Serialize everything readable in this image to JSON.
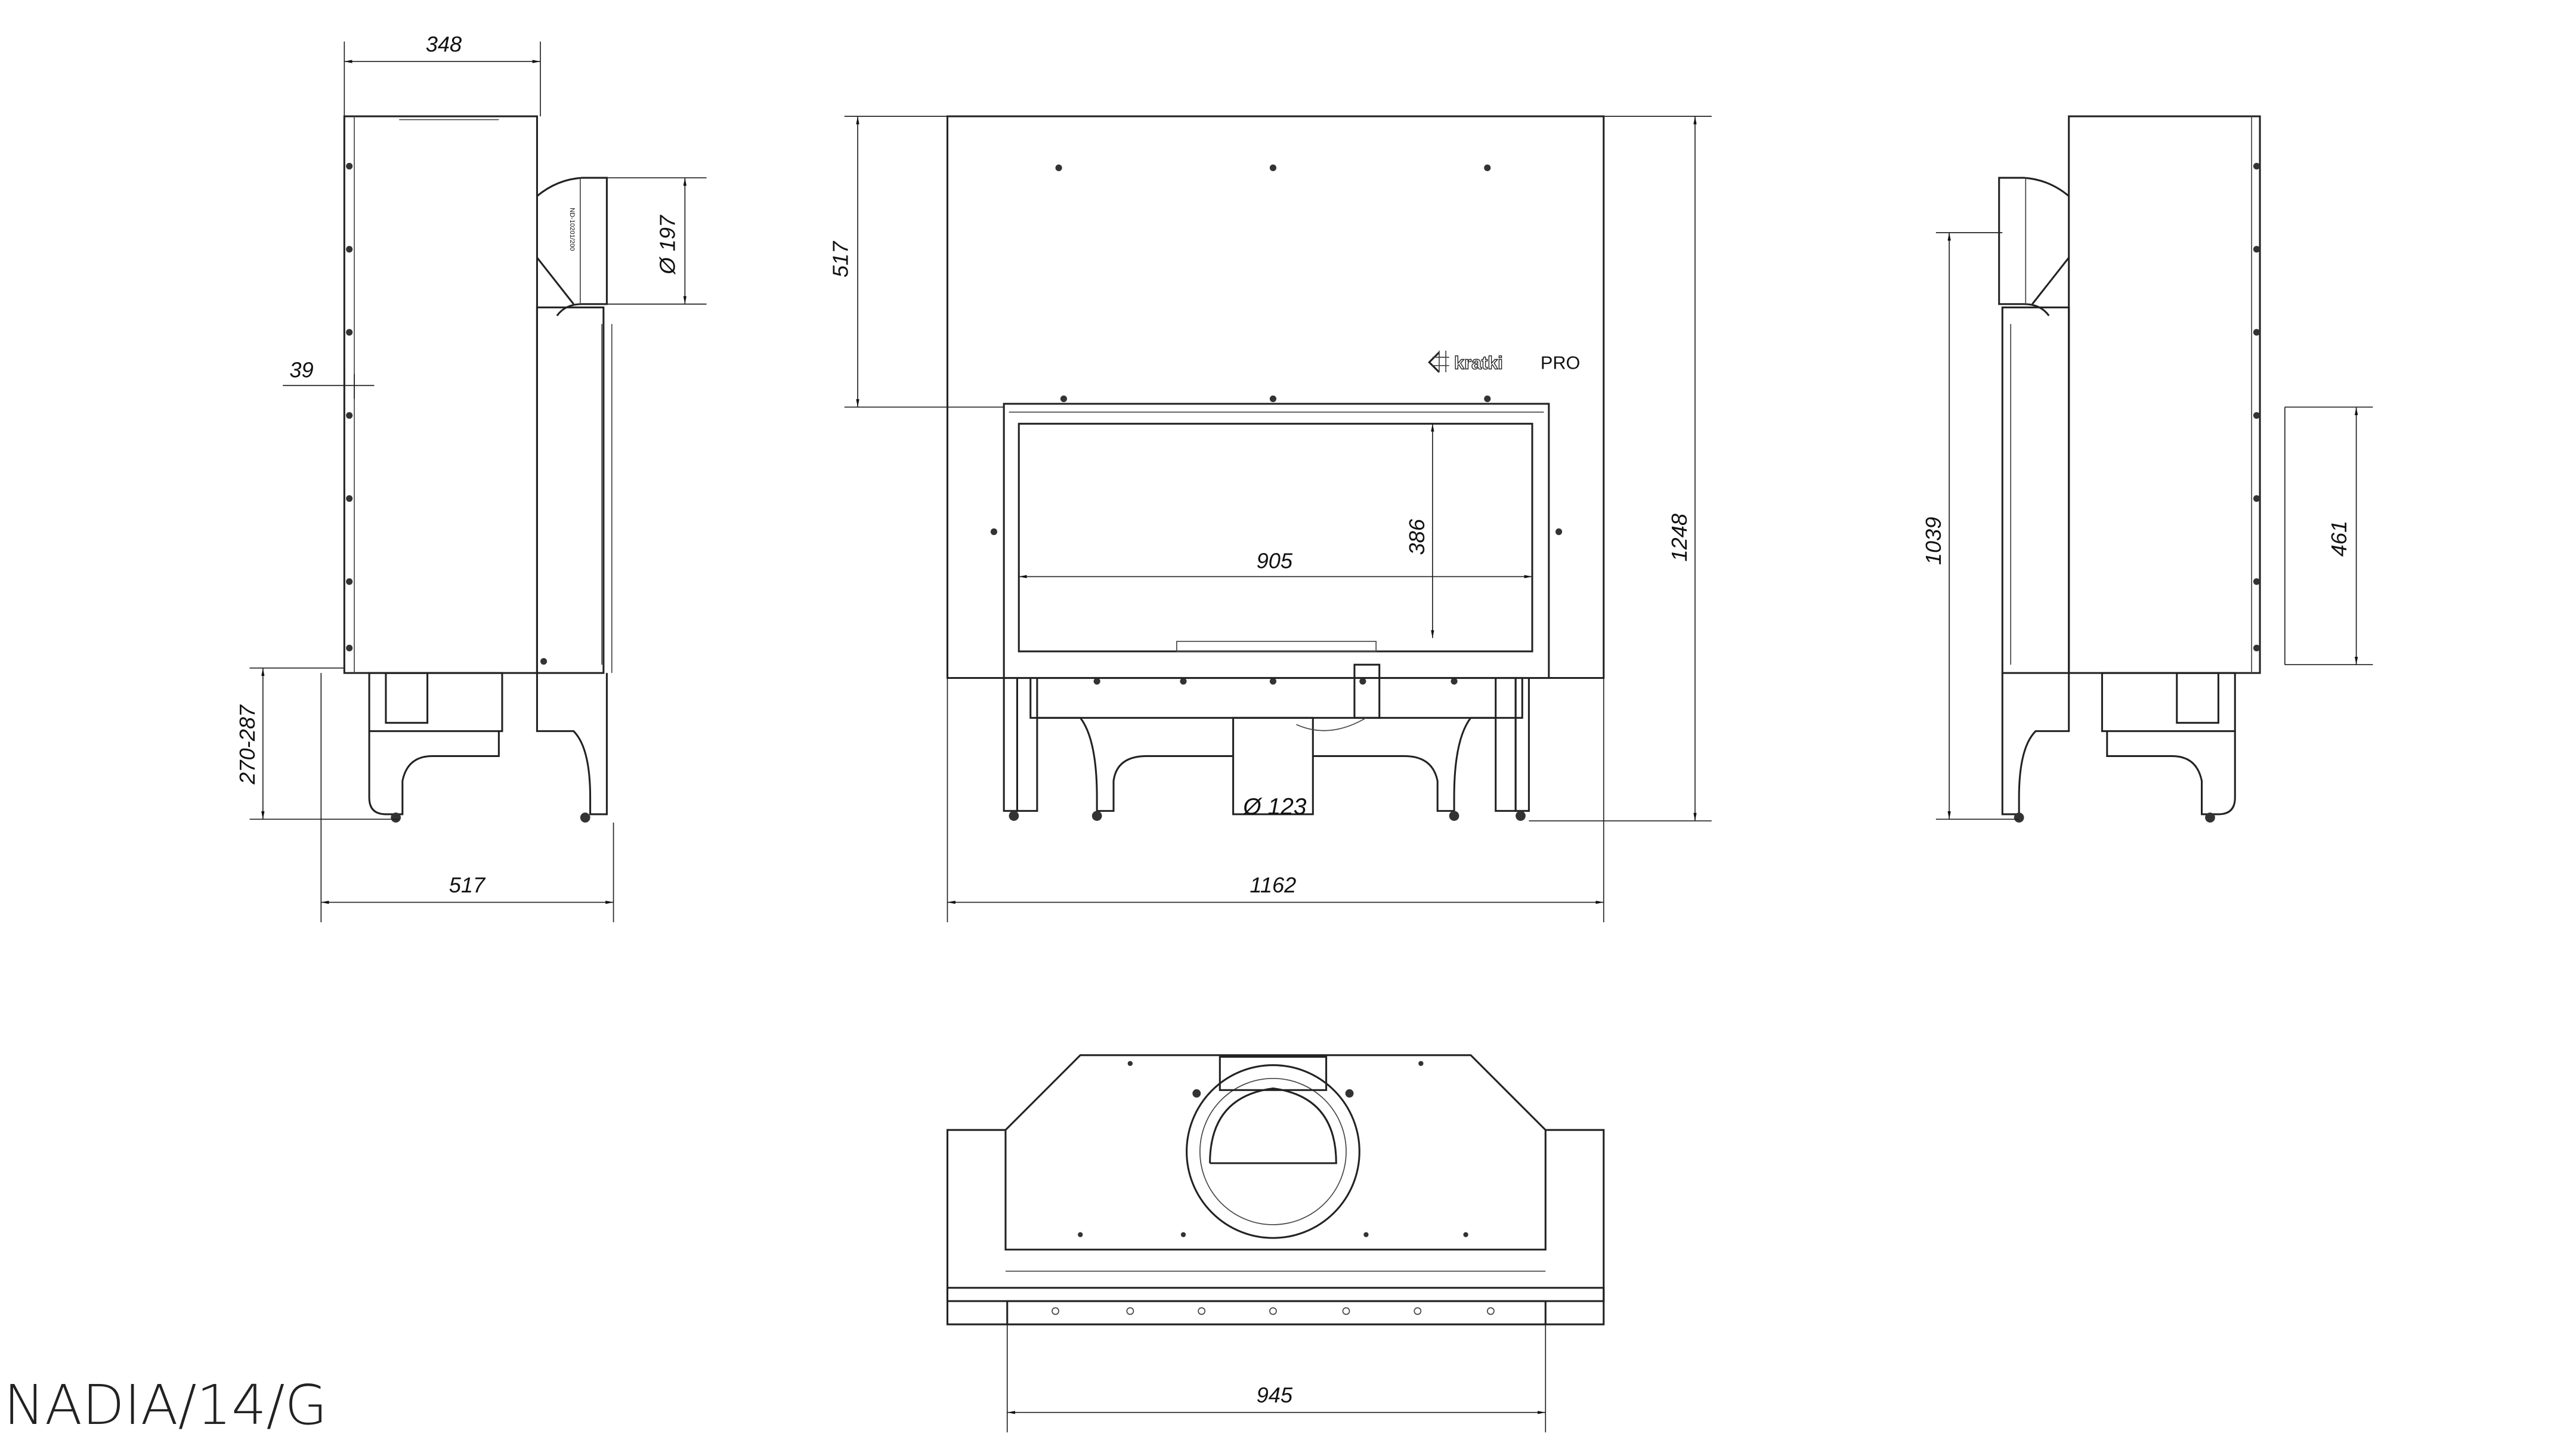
{
  "title": "NADIA/14/G",
  "logo": {
    "text": "kratki",
    "suffix": "PRO"
  },
  "part_label": "ND-10201/200",
  "side_view_left": {
    "depth_top": "348",
    "flue_diameter": "Ø 197",
    "offset": "39",
    "leg_height": "270-287",
    "depth_total": "517"
  },
  "front_view": {
    "top_height": "517",
    "glass_width": "905",
    "glass_height": "386",
    "total_height": "1248",
    "total_width": "1162",
    "air_inlet": "Ø 123"
  },
  "side_view_right": {
    "flue_height": "1039",
    "door_height": "461"
  },
  "bottom_view": {
    "width": "945"
  }
}
